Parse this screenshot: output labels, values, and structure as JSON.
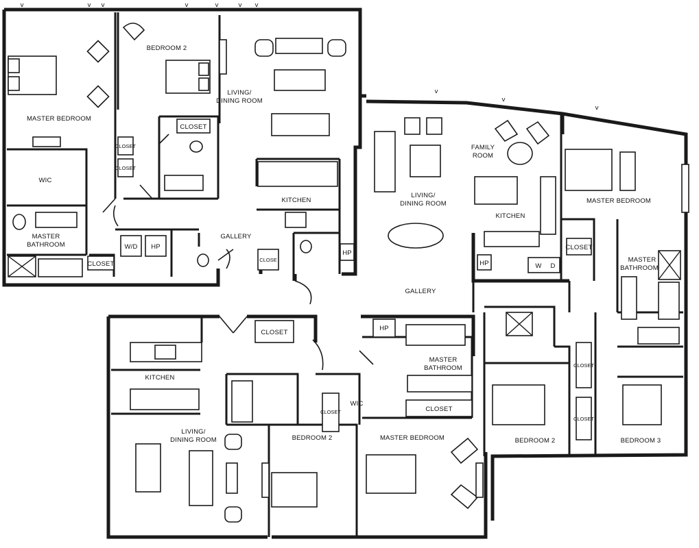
{
  "rooms": {
    "master_bedroom_1": "MASTER BEDROOM",
    "bedroom2_1": "BEDROOM 2",
    "living_dining_1": [
      "LIVING/",
      "DINING ROOM"
    ],
    "wic_1": "WIC",
    "master_bath_1": [
      "MASTER",
      "BATHROOM"
    ],
    "closet_1a": "CLOSET",
    "closet_1b": "CLOSET",
    "closet_1c": "CLOSET",
    "closet_1d": "CLOSET",
    "closet_1e": "CLOSE",
    "kitchen_1": "KITCHEN",
    "gallery_1": "GALLERY",
    "wd_1": "W/D",
    "hp_1": "HP",
    "hp_1b": "HP",
    "family_room": [
      "FAMILY",
      "ROOM"
    ],
    "living_dining_2": [
      "LIVING/",
      "DINING ROOM"
    ],
    "kitchen_2": "KITCHEN",
    "master_bedroom_2": "MASTER BEDROOM",
    "closet_2a": "CLOSET",
    "master_bath_2": [
      "MASTER",
      "BATHROOM"
    ],
    "hp_2": "HP",
    "w_2": "W",
    "d_2": "D",
    "gallery_2": "GALLERY",
    "bedroom2_2": "BEDROOM 2",
    "bedroom3_2": "BEDROOM 3",
    "closet_2b": "CLOSET",
    "closet_2c": "CLOSET",
    "closet_3a": "CLOSET",
    "hp_3": "HP",
    "master_bath_3": [
      "MASTER",
      "BATHROOM"
    ],
    "closet_3b": "CLOSET",
    "kitchen_3": "KITCHEN",
    "living_dining_3": [
      "LIVING/",
      "DINING ROOM"
    ],
    "closet_3c": "CLOSET",
    "wic_3": "WIC",
    "bedroom2_3": "BEDROOM 2",
    "master_bedroom_3": "MASTER BEDROOM"
  },
  "marks": {
    "window_tick": "v"
  }
}
